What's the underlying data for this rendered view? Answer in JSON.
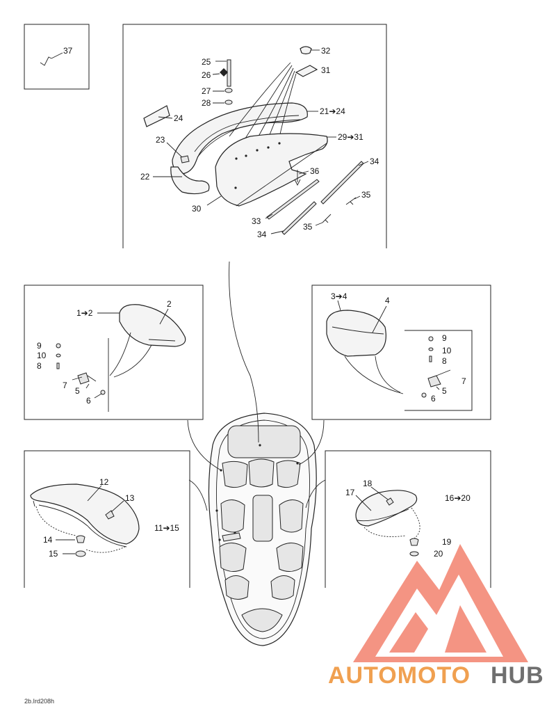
{
  "callouts": {
    "c37": "37",
    "c32": "32",
    "c31": "31",
    "c25": "25",
    "c26": "26",
    "c27": "27",
    "c28": "28",
    "c21_24": "21➔24",
    "c24": "24",
    "c23": "23",
    "c29_31": "29➔31",
    "c22": "22",
    "c36": "36",
    "c34a": "34",
    "c35a": "35",
    "c30": "30",
    "c33": "33",
    "c35b": "35",
    "c34b": "34",
    "l_1_2": "1➔2",
    "l_2": "2",
    "l_9": "9",
    "l_10": "10",
    "l_8": "8",
    "l_7": "7",
    "l_5": "5",
    "l_6": "6",
    "r_3_4": "3➔4",
    "r_4": "4",
    "r_9": "9",
    "r_10": "10",
    "r_8": "8",
    "r_7": "7",
    "r_5": "5",
    "r_6": "6",
    "bl_12": "12",
    "bl_13": "13",
    "bl_11_15": "11➔15",
    "bl_14": "14",
    "bl_15": "15",
    "br_18": "18",
    "br_17": "17",
    "br_16_20": "16➔20",
    "br_19": "19",
    "br_20": "20"
  },
  "footer_code": "2b.Ird208h",
  "watermark": {
    "brand_part1": "AUTOMOTO",
    "brand_part2": "HUB",
    "color_accent": "#f0705a",
    "color_gray": "#6f6f6f"
  }
}
